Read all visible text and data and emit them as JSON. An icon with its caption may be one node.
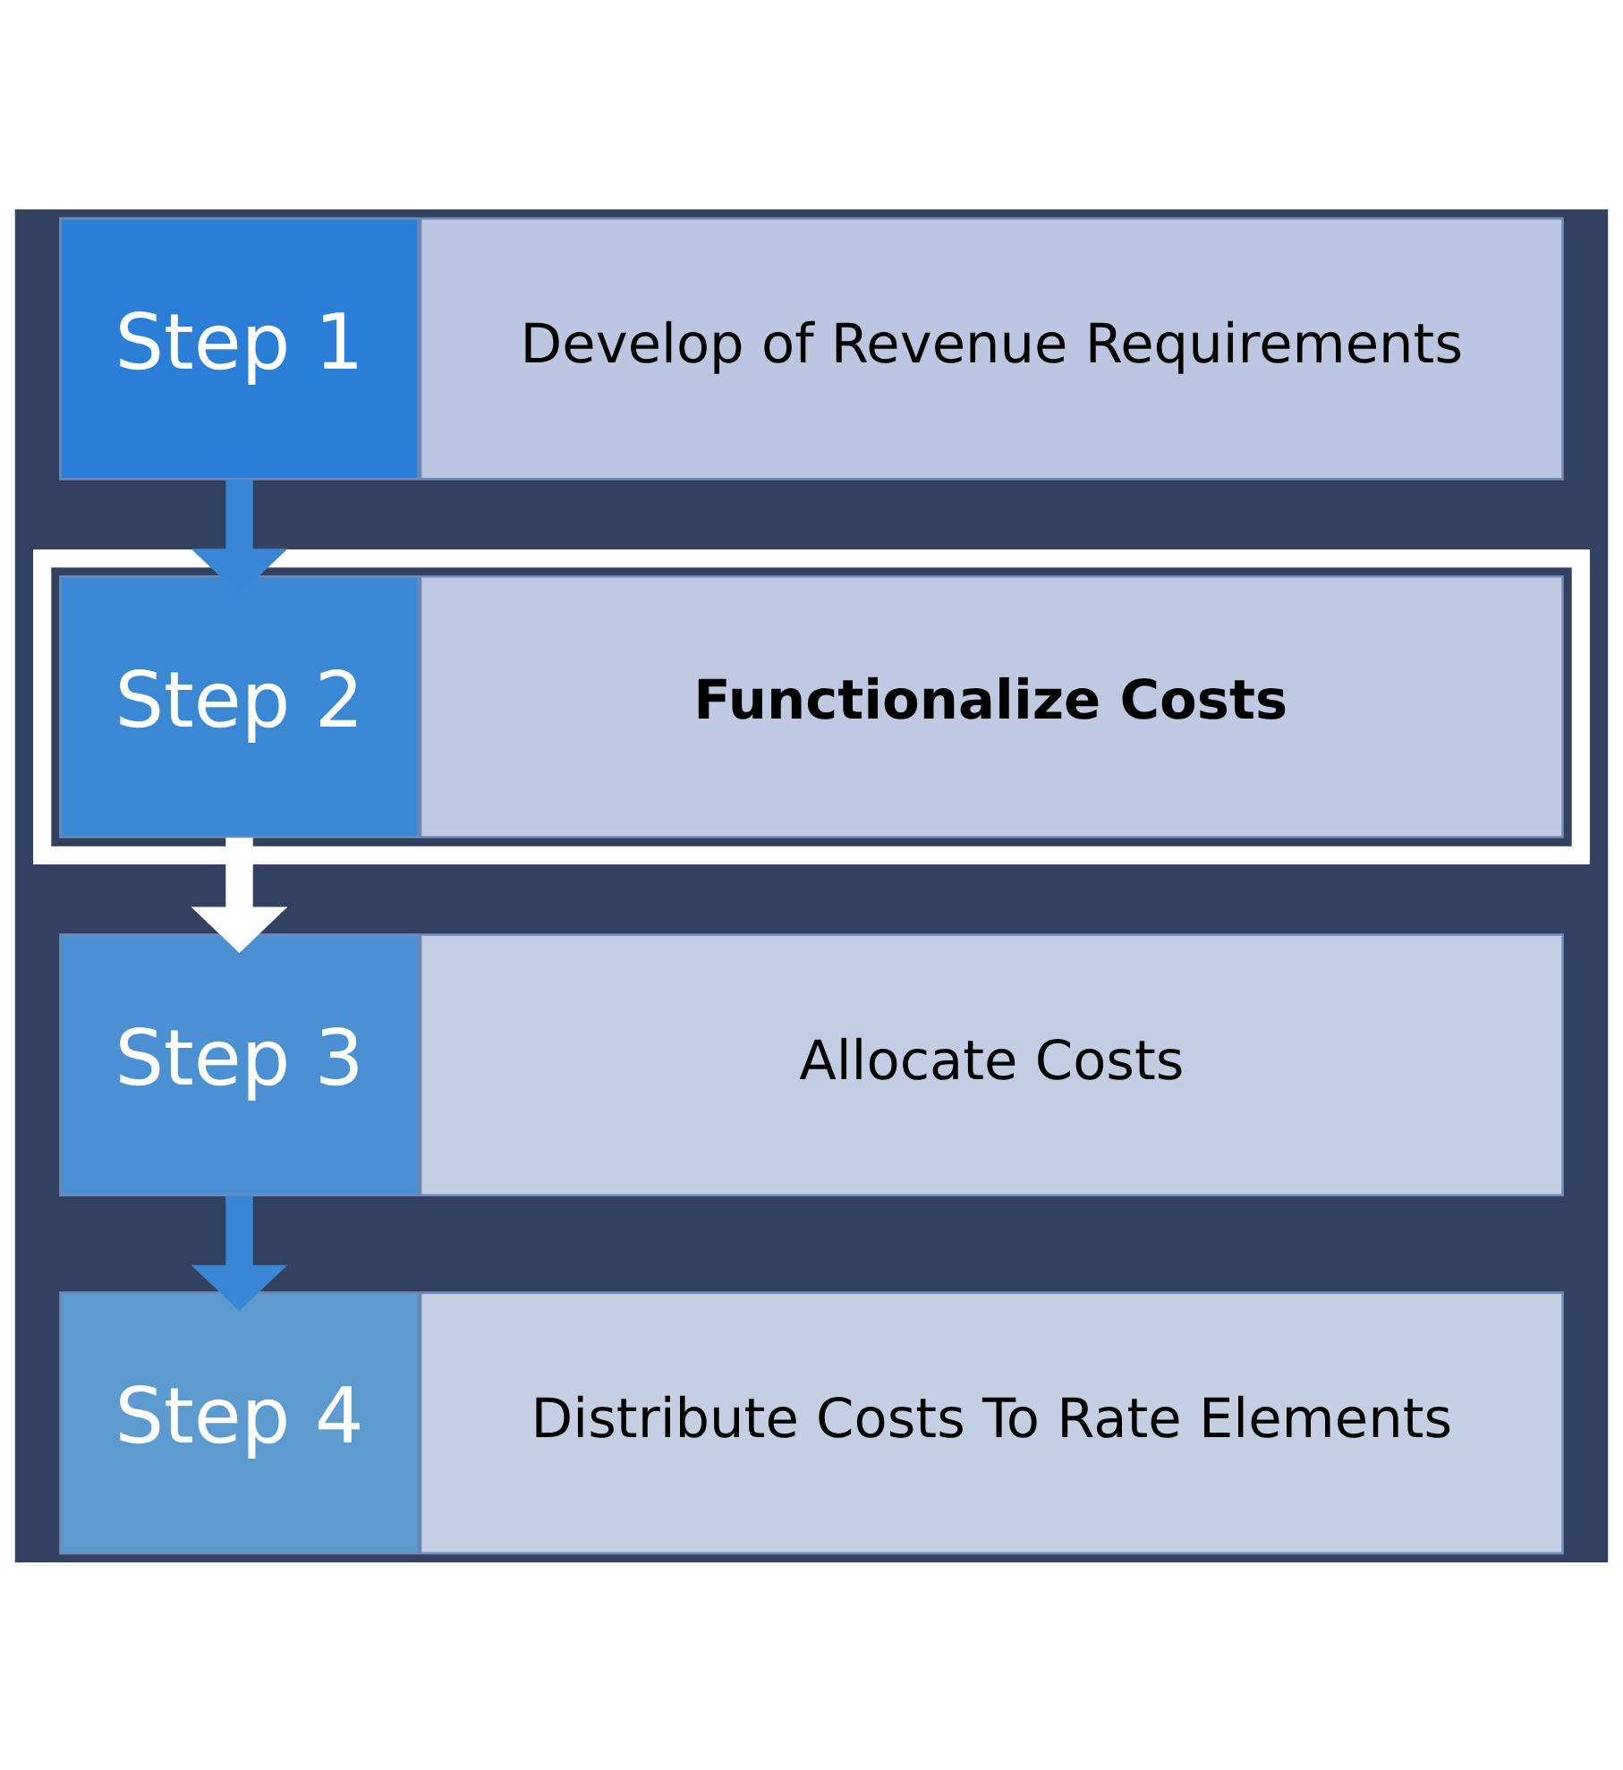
{
  "diagram": {
    "nodes": [
      {
        "text": [
          "Step 1"
        ]
      },
      {
        "text": [
          "Develop of Revenue Requirements"
        ]
      },
      {
        "text": [],
        "shape": "box"
      },
      {
        "text": [
          "Step 2"
        ],
        "in": 2
      },
      {
        "text": [
          "Functionalize Costs"
        ],
        "in": 2
      },
      {
        "text": [
          "Step 3"
        ]
      },
      {
        "text": [
          "Allocate Costs"
        ]
      },
      {
        "text": [
          "Step 4"
        ]
      },
      {
        "text": [
          "Distribute Costs To Rate Elements"
        ]
      }
    ],
    "edges": [
      {
        "from": 0,
        "to": 3,
        "arrow": "to"
      },
      {
        "from": 3,
        "to": 5,
        "arrow": "to",
        "color": "#ffffff"
      },
      {
        "from": 5,
        "to": 7,
        "arrow": "to"
      }
    ]
  }
}
